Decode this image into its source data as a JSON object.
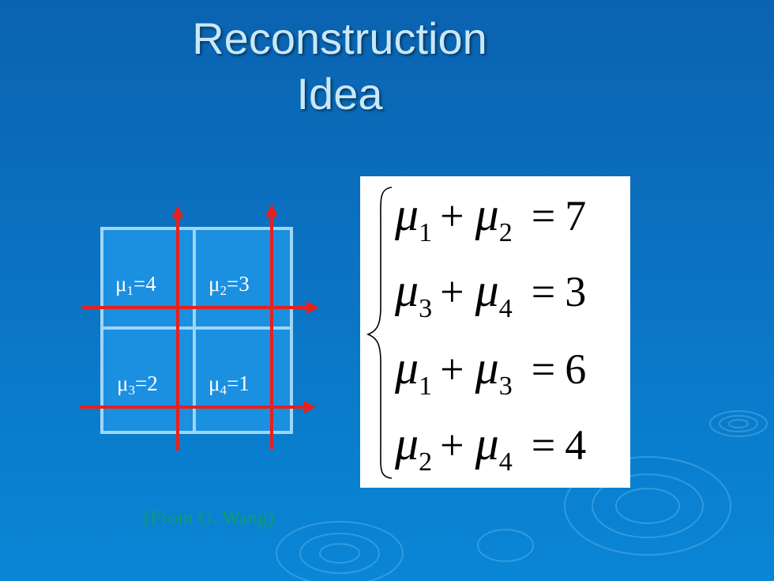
{
  "slide": {
    "title_line1": "Reconstruction",
    "title_line2": "Idea",
    "credit": "(From G. Wang)"
  },
  "grid": {
    "cells": [
      {
        "symbol": "μ",
        "sub": "1",
        "rest": "=4"
      },
      {
        "symbol": "μ",
        "sub": "2",
        "rest": "=3"
      },
      {
        "symbol": "μ",
        "sub": "3",
        "rest": "=2"
      },
      {
        "symbol": "μ",
        "sub": "4",
        "rest": "=1"
      }
    ]
  },
  "equations": [
    {
      "a_sym": "μ",
      "a_sub": "1",
      "op": "+",
      "b_sym": "μ",
      "b_sub": "2",
      "eq": "=",
      "val": "7"
    },
    {
      "a_sym": "μ",
      "a_sub": "3",
      "op": "+",
      "b_sym": "μ",
      "b_sub": "4",
      "eq": "=",
      "val": "3"
    },
    {
      "a_sym": "μ",
      "a_sub": "1",
      "op": "+",
      "b_sym": "μ",
      "b_sub": "3",
      "eq": "=",
      "val": "6"
    },
    {
      "a_sym": "μ",
      "a_sub": "2",
      "op": "+",
      "b_sym": "μ",
      "b_sub": "4",
      "eq": "=",
      "val": "4"
    }
  ],
  "colors": {
    "arrow": "#e8201c",
    "grid_border": "#9fd6f6",
    "title": "#c8e8f8",
    "credit": "#0f9e64"
  }
}
